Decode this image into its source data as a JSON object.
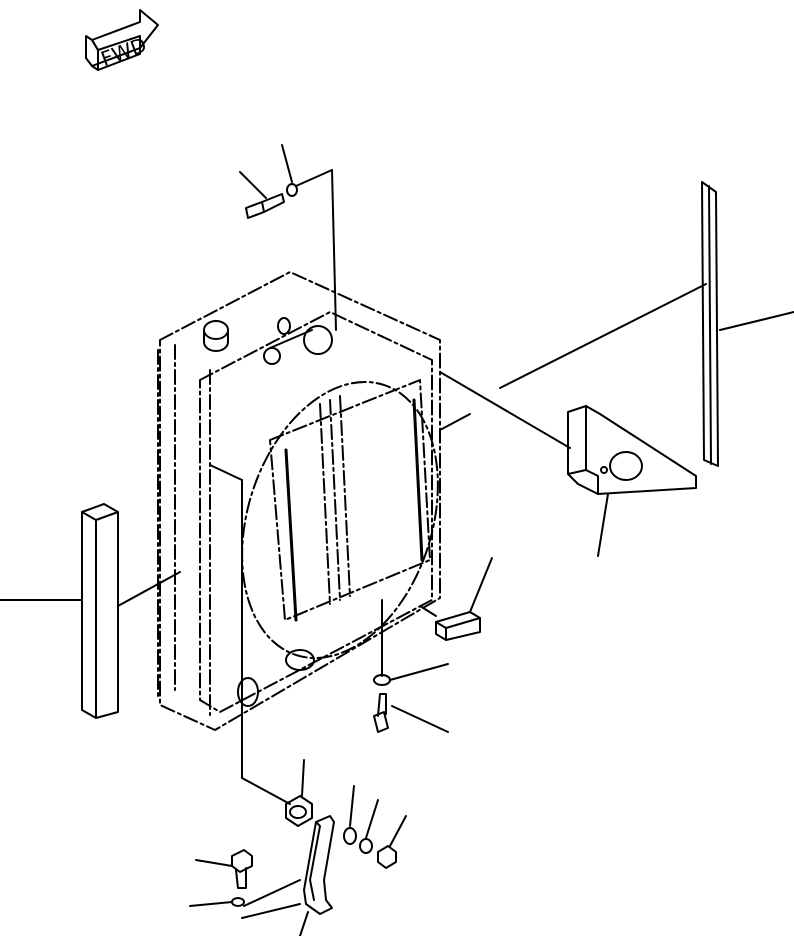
{
  "diagram": {
    "direction_label": "FWD",
    "parts": [
      "bolt-top",
      "washer-top",
      "radiator-assembly",
      "fan-shroud",
      "seal-strip-right",
      "seal-strip-left",
      "guide-bracket",
      "pad",
      "washer-lower",
      "bolt-lower",
      "cushion-mount",
      "washer-mount",
      "spring-washer",
      "nut",
      "bolt-bottom",
      "washer-bottom",
      "mount-bracket"
    ]
  }
}
